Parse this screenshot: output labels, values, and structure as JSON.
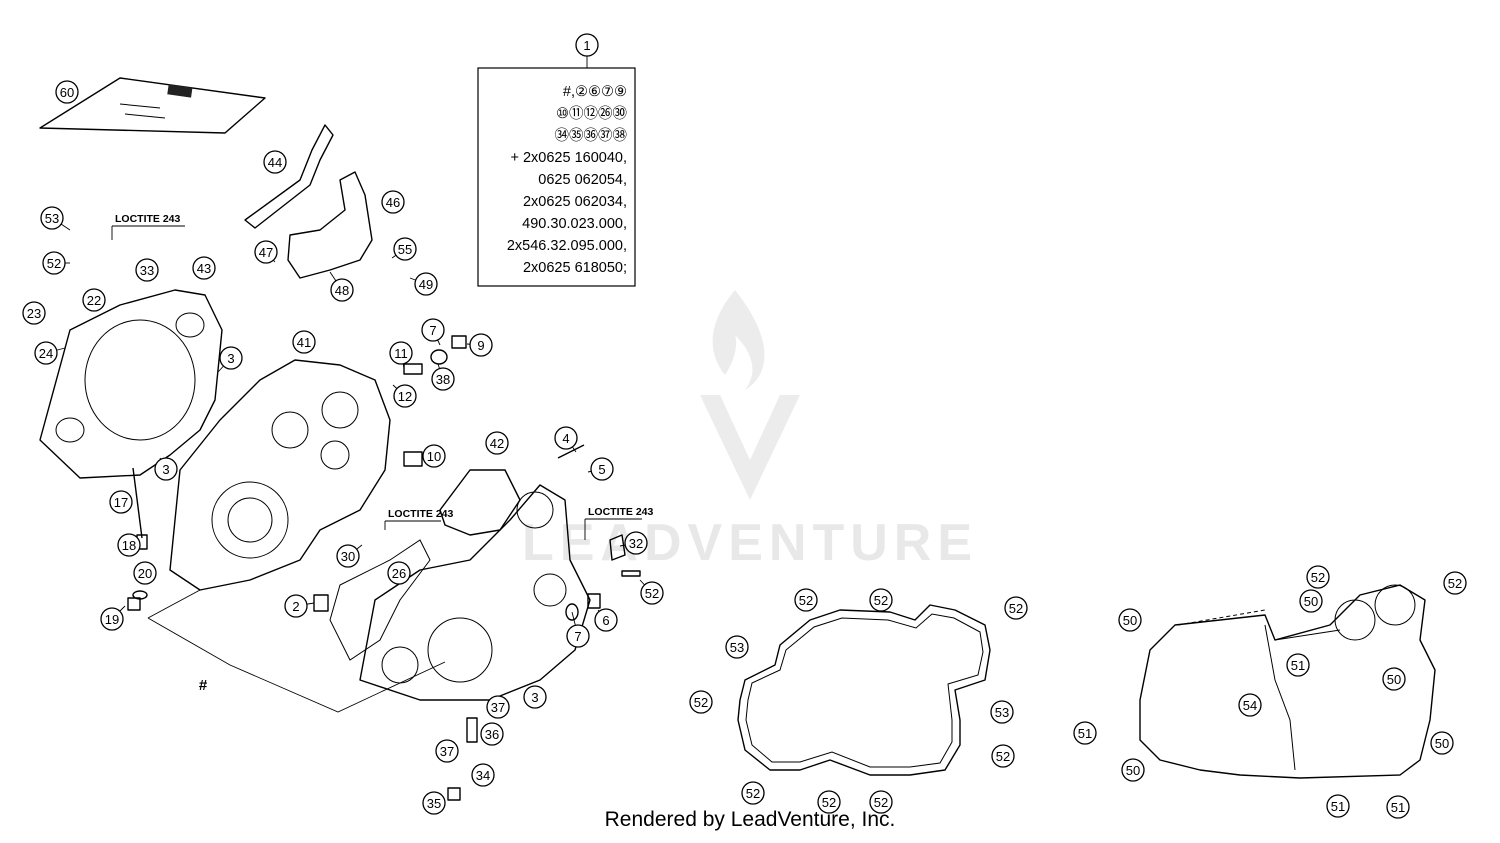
{
  "kit": {
    "callout": "1",
    "lines": [
      "#,②⑥⑦⑨",
      "⑩⑪⑫㉖㉚",
      "㉞㉟㊱㊲㊳",
      "+ 2x0625 160040,",
      "0625 062054,",
      "2x0625 062034,",
      "490.30.023.000,",
      "2x546.32.095.000,",
      "2x0625 618050;"
    ]
  },
  "labels": {
    "loctite_1": "LOCTITE 243",
    "loctite_2": "LOCTITE 243",
    "loctite_3": "LOCTITE 243",
    "hash": "#"
  },
  "callouts_left": [
    "60",
    "44",
    "46",
    "53",
    "52",
    "33",
    "22",
    "43",
    "23",
    "24",
    "3",
    "47",
    "55",
    "48",
    "49",
    "41",
    "7",
    "9",
    "11",
    "12",
    "38",
    "3",
    "10",
    "42",
    "4",
    "5",
    "17",
    "18",
    "20",
    "19",
    "30",
    "26",
    "32",
    "52",
    "2",
    "7",
    "6",
    "3",
    "37",
    "36",
    "37",
    "34",
    "35"
  ],
  "callouts_gasket1": [
    "52",
    "52",
    "52",
    "53",
    "52",
    "53",
    "52",
    "52",
    "52",
    "52"
  ],
  "callouts_gasket2": [
    "52",
    "52",
    "50",
    "50",
    "51",
    "50",
    "51",
    "54",
    "50",
    "50",
    "51",
    "51"
  ],
  "watermark": "LEADVENTURE",
  "footer": "Rendered by LeadVenture, Inc."
}
